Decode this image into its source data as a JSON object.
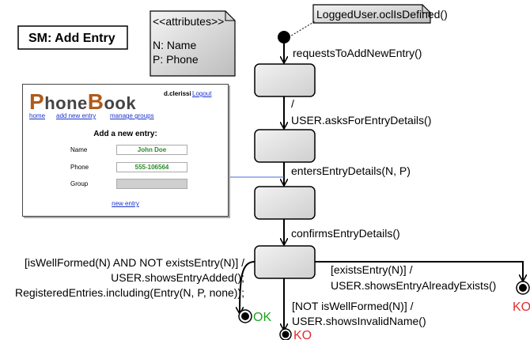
{
  "title": "SM: Add Entry",
  "note_attributes": {
    "header": "<<attributes>>",
    "lines": [
      "N: Name",
      "P: Phone"
    ]
  },
  "note_guard": "LoggedUser.oclIsDefined()",
  "transitions": {
    "t1": "requestsToAddNewEntry()",
    "t2_slash": "/",
    "t2": "USER.asksForEntryDetails()",
    "t3": "entersEntryDetails(N, P)",
    "t4": "confirmsEntryDetails()",
    "left_1": "[isWellFormed(N) AND NOT existsEntry(N)] /",
    "left_2": "USER.showsEntryAdded();",
    "left_3": "RegisteredEntries.including(Entry(N, P, none));",
    "mid_1": "[NOT isWellFormed(N)] /",
    "mid_2": "USER.showsInvalidName()",
    "right_1": "[existsEntry(N)] /",
    "right_2": "USER.showsEntryAlreadyExists()"
  },
  "finals": {
    "ok": "OK",
    "ko_mid": "KO",
    "ko_right": "KO"
  },
  "phonebook": {
    "logo_p": "P",
    "logo_hone": "hone",
    "logo_b": "B",
    "logo_ook": "ook",
    "user": "d.clerissi",
    "logout": "Logout",
    "nav": [
      "home",
      "add new entry",
      "manage groups"
    ],
    "heading": "Add a new entry:",
    "fields": [
      {
        "label": "Name",
        "value": "John Doe"
      },
      {
        "label": "Phone",
        "value": "555-106564"
      },
      {
        "label": "Group",
        "value": ""
      }
    ],
    "new_entry": "new entry"
  }
}
